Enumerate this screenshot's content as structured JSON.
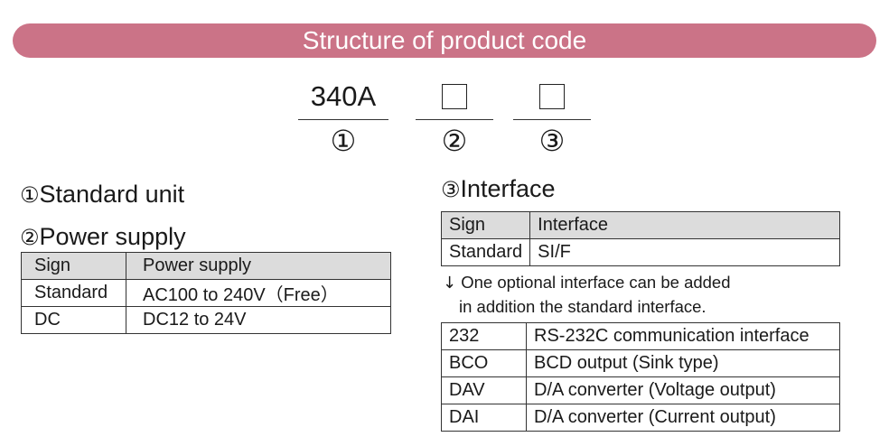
{
  "banner": {
    "title": "Structure of product code"
  },
  "code": {
    "base": "340A",
    "positions": [
      "①",
      "②",
      "③"
    ]
  },
  "sections": {
    "standard_unit": {
      "num": "①",
      "title": "Standard unit"
    },
    "power_supply": {
      "num": "②",
      "title": "Power supply",
      "headers": [
        "Sign",
        "Power supply"
      ],
      "rows": [
        [
          "Standard",
          "AC100 to 240V（Free）"
        ],
        [
          "DC",
          "DC12 to 24V"
        ]
      ]
    },
    "interface": {
      "num": "③",
      "title": "Interface",
      "headers": [
        "Sign",
        "Interface"
      ],
      "rows": [
        [
          "Standard",
          "SI/F"
        ]
      ],
      "note": {
        "arrow": "↓",
        "line1": "One optional interface can be added",
        "line2": "in addition the standard interface."
      },
      "options": [
        [
          "232",
          "RS-232C communication interface"
        ],
        [
          "BCO",
          "BCD output (Sink type)"
        ],
        [
          "DAV",
          "D/A converter (Voltage output)"
        ],
        [
          "DAI",
          "D/A converter (Current output)"
        ]
      ]
    }
  }
}
